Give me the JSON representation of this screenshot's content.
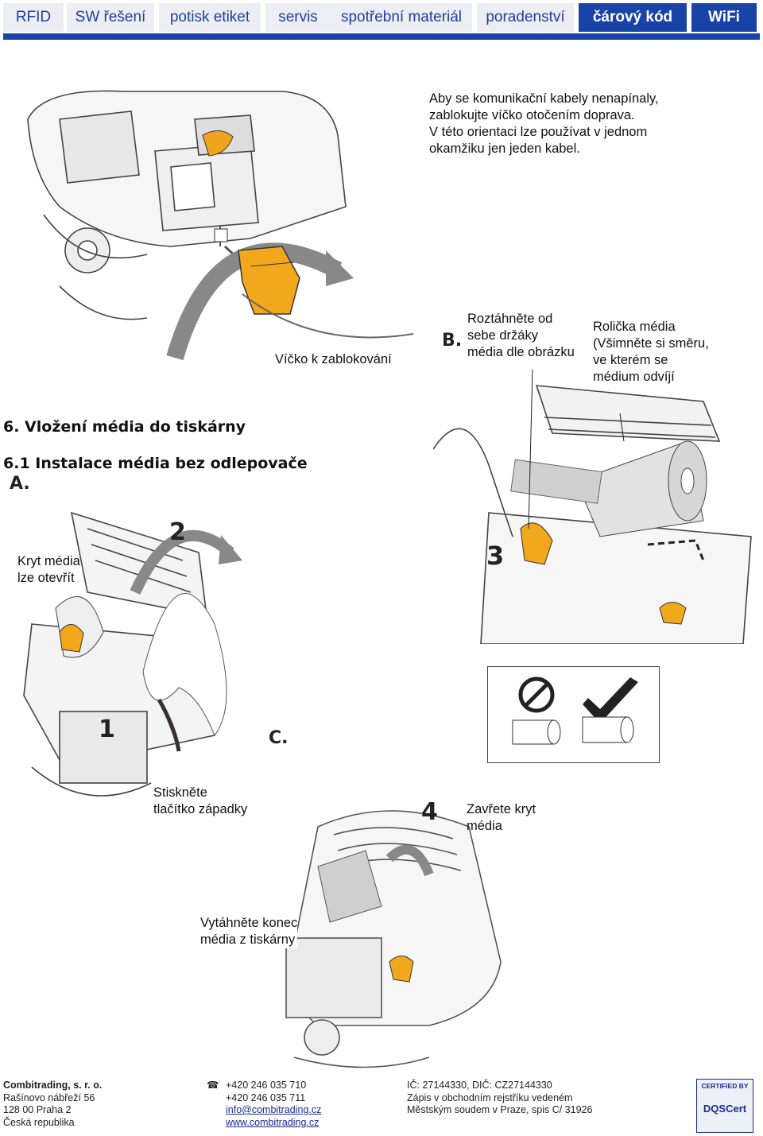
{
  "nav": {
    "tabs": [
      "RFID",
      "SW řešení",
      "potisk etiket",
      "servis",
      "spotřební materiál",
      "poradenství",
      "čárový kód",
      "WiFi"
    ]
  },
  "section1": {
    "note": [
      "Aby se komunikační kabely nenapínaly,",
      "zablokujte víčko otočením doprava.",
      "V této orientaci lze používat v jednom",
      "okamžiku jen jeden kabel."
    ],
    "caption_cap": "Víčko k zablokování"
  },
  "section2": {
    "heading": "6. Vložení média do tiskárny",
    "subheading": "6.1 Instalace média bez odlepovače",
    "letter_a": "A.",
    "letter_b": "B.",
    "letter_c": "C.",
    "step_numbers": [
      "1",
      "2",
      "3",
      "4"
    ],
    "label_cover": [
      "Kryt média",
      "lze otevřít"
    ],
    "label_button": [
      "Stiskněte",
      "tlačítko západky"
    ],
    "label_spread": [
      "Roztáhněte od",
      "sebe držáky",
      "média dle obrázku"
    ],
    "label_roll": [
      "Rolička média",
      "(Všimněte si směru,",
      "ve kterém se",
      "médium odvíjí"
    ],
    "label_close": [
      "Zavřete kryt",
      "média"
    ],
    "label_pull": [
      "Vytáhněte konec",
      "média z tiskárny"
    ]
  },
  "footer": {
    "company": "Combitrading, s. r. o.",
    "address": [
      "Rašínovo nábřeží 56",
      "128 00 Praha 2",
      "Česká republika"
    ],
    "phone_icon": "phone-icon",
    "phones": [
      "+420 246 035 710",
      "+420 246 035 711"
    ],
    "email": "info@combitrading.cz",
    "web": "www.combitrading.cz",
    "ids": "IČ: 27144330, DIČ: CZ27144330",
    "registry": [
      "Zápis v obchodním rejstříku vedeném",
      "Městským soudem v Praze, spis C/ 31926"
    ],
    "cert_top": "CERTIFIED BY",
    "cert_logo": "DQSCert"
  }
}
